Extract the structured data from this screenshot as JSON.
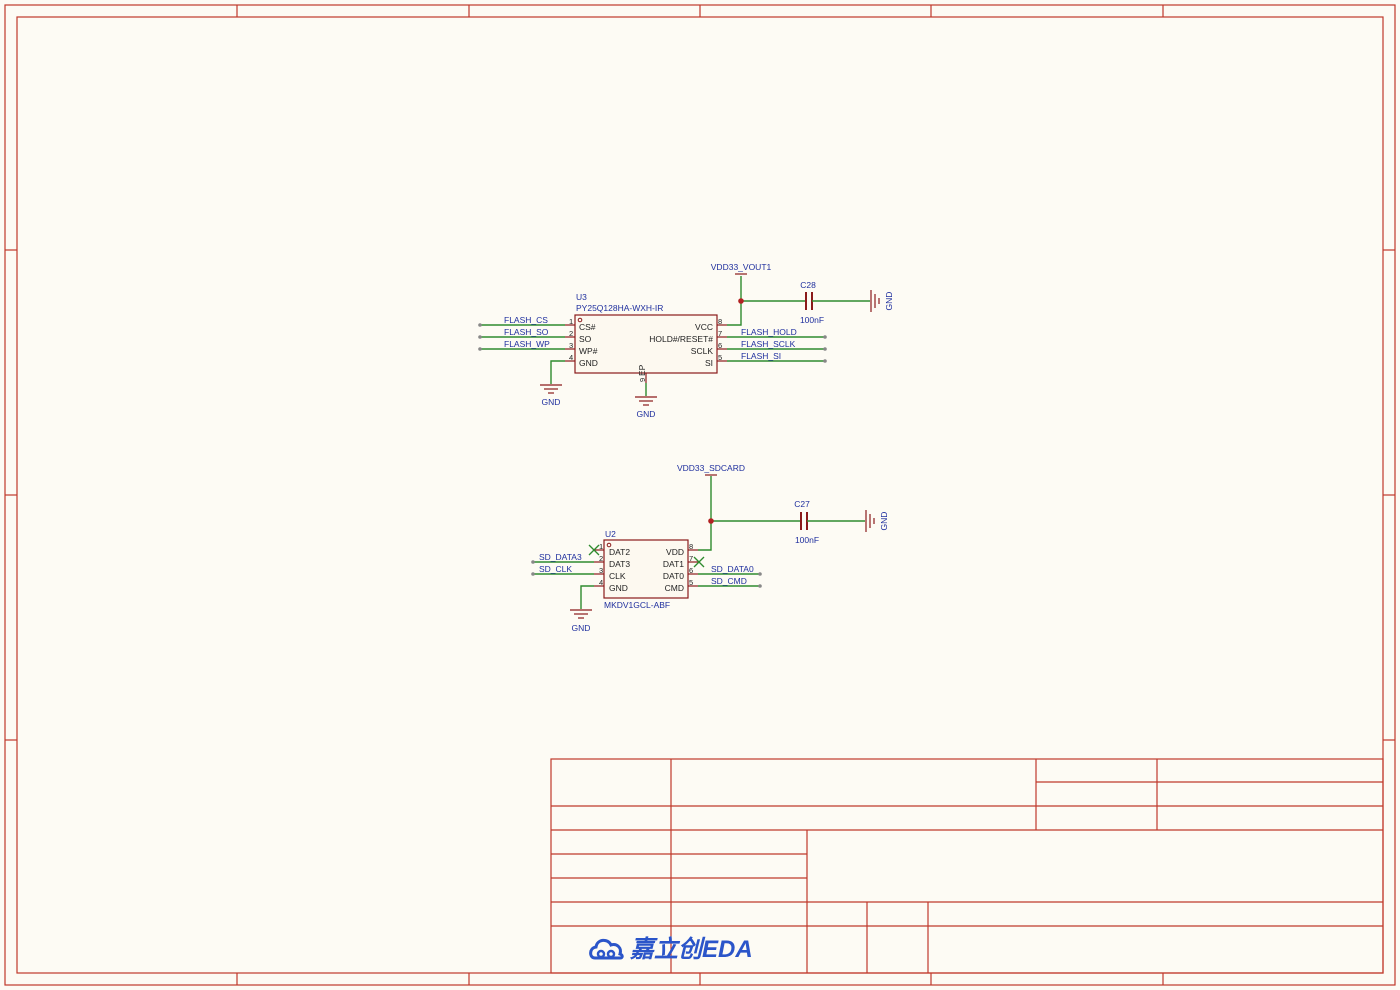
{
  "sheet": {
    "border_color": "#c0392b",
    "background": "#fdfbf4",
    "wire_color": "#2e8b2e",
    "net_label_color": "#1f2f9e"
  },
  "u3": {
    "designator": "U3",
    "part": "PY25Q128HA-WXH-IR",
    "left_pins": [
      {
        "num": "1",
        "name": "CS#",
        "net": "FLASH_CS"
      },
      {
        "num": "2",
        "name": "SO",
        "net": "FLASH_SO"
      },
      {
        "num": "3",
        "name": "WP#",
        "net": "FLASH_WP"
      },
      {
        "num": "4",
        "name": "GND",
        "net": "GND"
      }
    ],
    "right_pins": [
      {
        "num": "8",
        "name": "VCC",
        "net": "VDD33_VOUT1"
      },
      {
        "num": "7",
        "name": "HOLD#/RESET#",
        "net": "FLASH_HOLD"
      },
      {
        "num": "6",
        "name": "SCLK",
        "net": "FLASH_SCLK"
      },
      {
        "num": "5",
        "name": "SI",
        "net": "FLASH_SI"
      }
    ],
    "bottom_pin": {
      "num": "9",
      "name": "EP",
      "net": "GND"
    },
    "power": "VDD33_VOUT1"
  },
  "c28": {
    "designator": "C28",
    "value": "100nF",
    "gnd": "GND"
  },
  "u2": {
    "designator": "U2",
    "part": "MKDV1GCL-ABF",
    "left_pins": [
      {
        "num": "1",
        "name": "DAT2",
        "net": ""
      },
      {
        "num": "2",
        "name": "DAT3",
        "net": "SD_DATA3"
      },
      {
        "num": "3",
        "name": "CLK",
        "net": "SD_CLK"
      },
      {
        "num": "4",
        "name": "GND",
        "net": "GND"
      }
    ],
    "right_pins": [
      {
        "num": "8",
        "name": "VDD",
        "net": ""
      },
      {
        "num": "7",
        "name": "DAT1",
        "net": ""
      },
      {
        "num": "6",
        "name": "DAT0",
        "net": "SD_DATA0"
      },
      {
        "num": "5",
        "name": "CMD",
        "net": "SD_CMD"
      }
    ],
    "power": "VDD33_SDCARD"
  },
  "c27": {
    "designator": "C27",
    "value": "100nF",
    "gnd": "GND"
  },
  "gnd_labels": {
    "u3_pin4": "GND",
    "u3_ep": "GND",
    "u2_pin4": "GND"
  },
  "title_block": {
    "logo_text": "嘉立创EDA",
    "logo_color": "#2b55c9"
  }
}
